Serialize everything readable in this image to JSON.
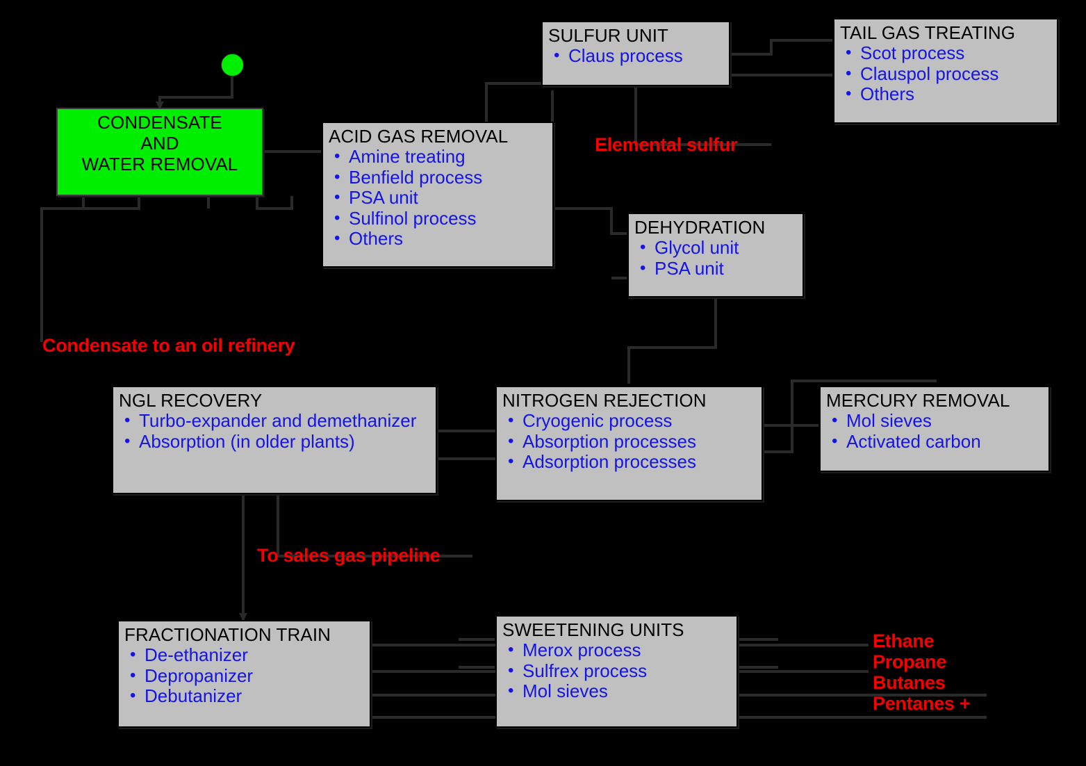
{
  "diagram": {
    "title": "Natural gas processing block flow diagram",
    "background_color": "#000000",
    "box_fill_color": "#c0c0c0",
    "box_border_color": "#000000",
    "highlight_fill_color": "#00ef00",
    "title_text_color": "#000000",
    "bullet_text_color": "#1414e6",
    "annotation_text_color": "#f50000",
    "connector_color": "#2a2a2a"
  },
  "nodes": {
    "feed_node": {
      "label": "",
      "shape": "circle",
      "color": "#00ef00"
    },
    "condensate_water_removal": {
      "title_lines": [
        "CONDENSATE",
        "AND",
        "WATER REMOVAL"
      ],
      "items": []
    },
    "acid_gas_removal": {
      "title": "ACID GAS REMOVAL",
      "items": [
        "Amine treating",
        "Benfield process",
        "PSA unit",
        "Sulfinol process",
        "Others"
      ]
    },
    "sulfur_unit": {
      "title": "SULFUR UNIT",
      "items": [
        "Claus process"
      ]
    },
    "tail_gas_treating": {
      "title": "TAIL GAS TREATING",
      "items": [
        "Scot process",
        "Clauspol process",
        "Others"
      ]
    },
    "dehydration": {
      "title": "DEHYDRATION",
      "items": [
        "Glycol unit",
        "PSA unit"
      ]
    },
    "ngl_recovery": {
      "title": "NGL RECOVERY",
      "items": [
        "Turbo-expander and demethanizer",
        "Absorption (in older plants)"
      ]
    },
    "nitrogen_rejection": {
      "title": "NITROGEN REJECTION",
      "items": [
        "Cryogenic process",
        "Absorption processes",
        "Adsorption processes"
      ]
    },
    "mercury_removal": {
      "title": "MERCURY REMOVAL",
      "items": [
        "Mol sieves",
        "Activated carbon"
      ]
    },
    "fractionation_train": {
      "title": "FRACTIONATION TRAIN",
      "items": [
        "De-ethanizer",
        "Depropanizer",
        "Debutanizer"
      ]
    },
    "sweetening_units": {
      "title": "SWEETENING UNITS",
      "items": [
        "Merox process",
        "Sulfrex process",
        "Mol sieves"
      ]
    }
  },
  "annotations": {
    "elemental_sulfur": "Elemental sulfur",
    "condensate_to_refinery": "Condensate to an oil refinery",
    "to_sales_gas_pipeline": "To sales gas pipeline",
    "products": [
      "Ethane",
      "Propane",
      "Butanes",
      "Pentanes +"
    ]
  }
}
